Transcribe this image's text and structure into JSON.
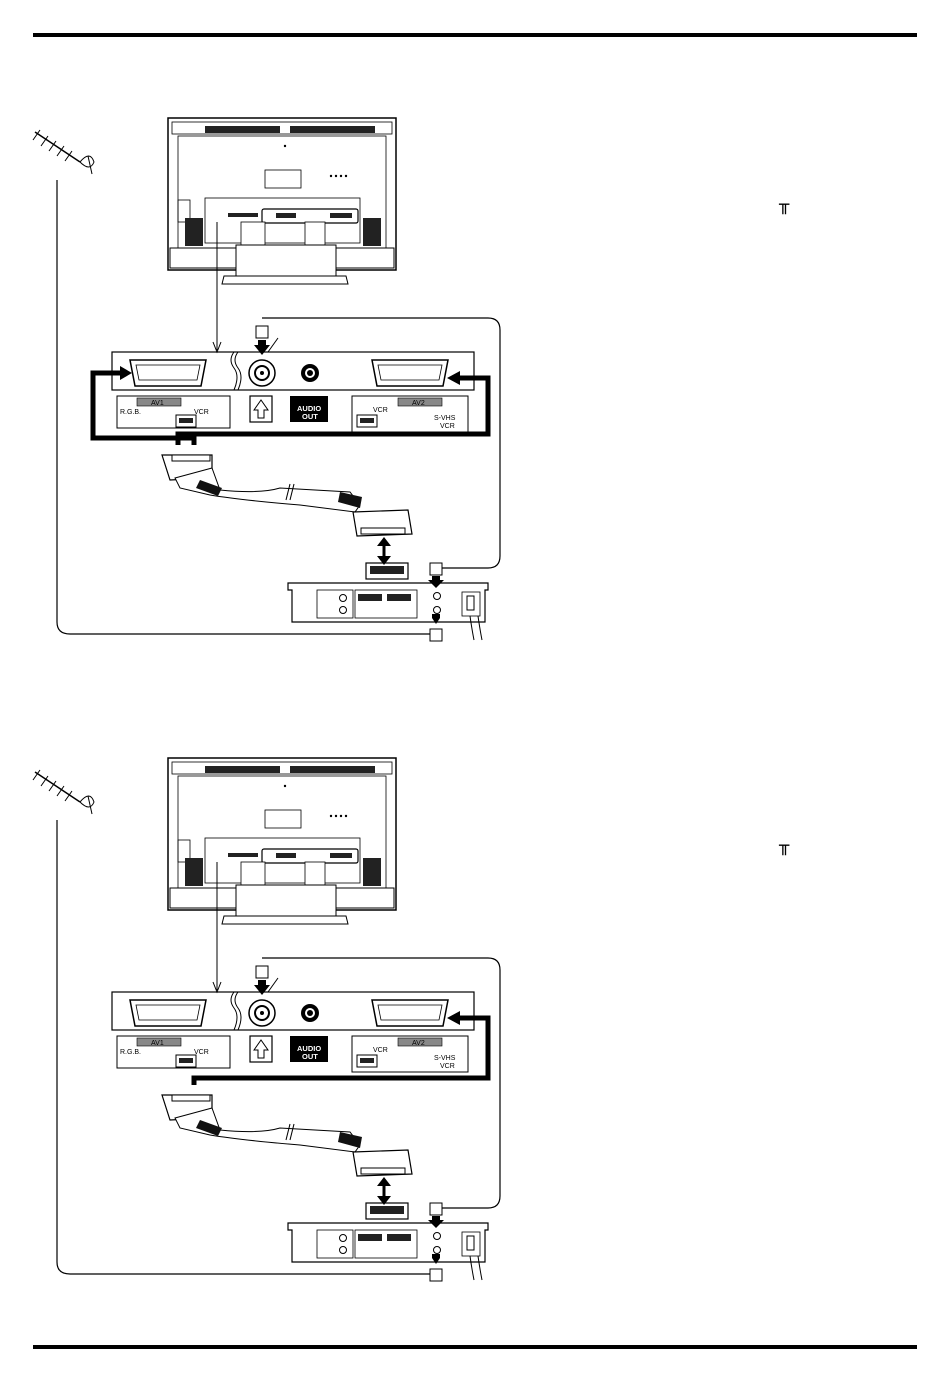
{
  "symbols": {
    "antenna_symbol": "╥"
  },
  "labels": {
    "av1": "AV1",
    "av2": "AV2",
    "vcr": "VCR",
    "rgb": "R.G.B.",
    "audio": "AUDIO",
    "out": "OUT",
    "svhs": "S-VHS",
    "svhs_vcr": "VCR"
  }
}
